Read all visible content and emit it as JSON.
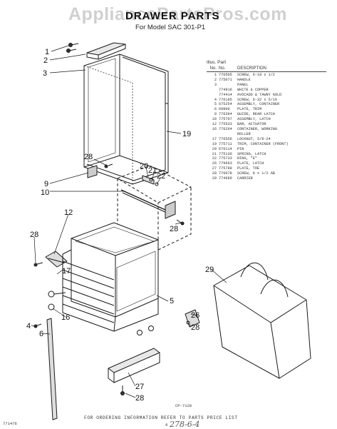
{
  "watermark": "AppliancePartsPros.com",
  "title": "DRAWER PARTS",
  "model": "For Model SAC 301-P1",
  "parts_header": {
    "line1": "Illus. Part",
    "no": "No.",
    "part": "No.",
    "desc": "DESCRIPTION"
  },
  "parts": [
    {
      "illus": "1",
      "part": "770505",
      "desc": "SCREW, 6-18 x 1/2"
    },
    {
      "illus": "2",
      "part": "775071",
      "desc": "HANDLE"
    },
    {
      "illus": "3",
      "part": "",
      "desc": "PANEL"
    },
    {
      "illus": "",
      "part": "774916",
      "desc": "WHITE & COPPER"
    },
    {
      "illus": "",
      "part": "774414",
      "desc": "AVOCADO & TAWNY GOLD"
    },
    {
      "illus": "4",
      "part": "776195",
      "desc": "SCREW, 6-32 x 5/16"
    },
    {
      "illus": "5",
      "part": "675254",
      "desc": "ASSEMBLY, CONTAINER"
    },
    {
      "illus": "6",
      "part": "69800",
      "desc": "PLATE, TRIM"
    },
    {
      "illus": "9",
      "part": "776394",
      "desc": "GUIDE, REAR LATCH"
    },
    {
      "illus": "10",
      "part": "775707",
      "desc": "ASSEMBLY, LATCH"
    },
    {
      "illus": "12",
      "part": "775533",
      "desc": "BAR, ACTUATOR"
    },
    {
      "illus": "16",
      "part": "776264",
      "desc": "CONTAINER, WORKING"
    },
    {
      "illus": "",
      "part": "",
      "desc": "ROLLER"
    },
    {
      "illus": "17",
      "part": "776556",
      "desc": "LOCKNUT, 5/8-24"
    },
    {
      "illus": "19",
      "part": "775711",
      "desc": "TRIM, CONTAINER (FRONT)"
    },
    {
      "illus": "20",
      "part": "676114",
      "desc": "PIN"
    },
    {
      "illus": "21",
      "part": "775136",
      "desc": "SPRING, LATCH"
    },
    {
      "illus": "22",
      "part": "775733",
      "desc": "RING, \"E\""
    },
    {
      "illus": "26",
      "part": "779663",
      "desc": "PLATE, LATCH"
    },
    {
      "illus": "27",
      "part": "775788",
      "desc": "PLATE, TOE"
    },
    {
      "illus": "28",
      "part": "776078",
      "desc": "SCREW, 8 x 1/2 AB"
    },
    {
      "illus": "29",
      "part": "774689",
      "desc": "CARRIER"
    }
  ],
  "callouts": [
    "1",
    "2",
    "3",
    "19",
    "28",
    "9",
    "10",
    "20",
    "21",
    "22",
    "28",
    "12",
    "28",
    "17",
    "29",
    "5",
    "16",
    "26",
    "28",
    "4",
    "6",
    "27",
    "28"
  ],
  "figure_code": "CP-7120",
  "order_note": "FOR ORDERING INFORMATION REFER TO PARTS PRICE LIST",
  "doc_number": "771476",
  "page_number": "4",
  "handwritten": "278-6-4"
}
